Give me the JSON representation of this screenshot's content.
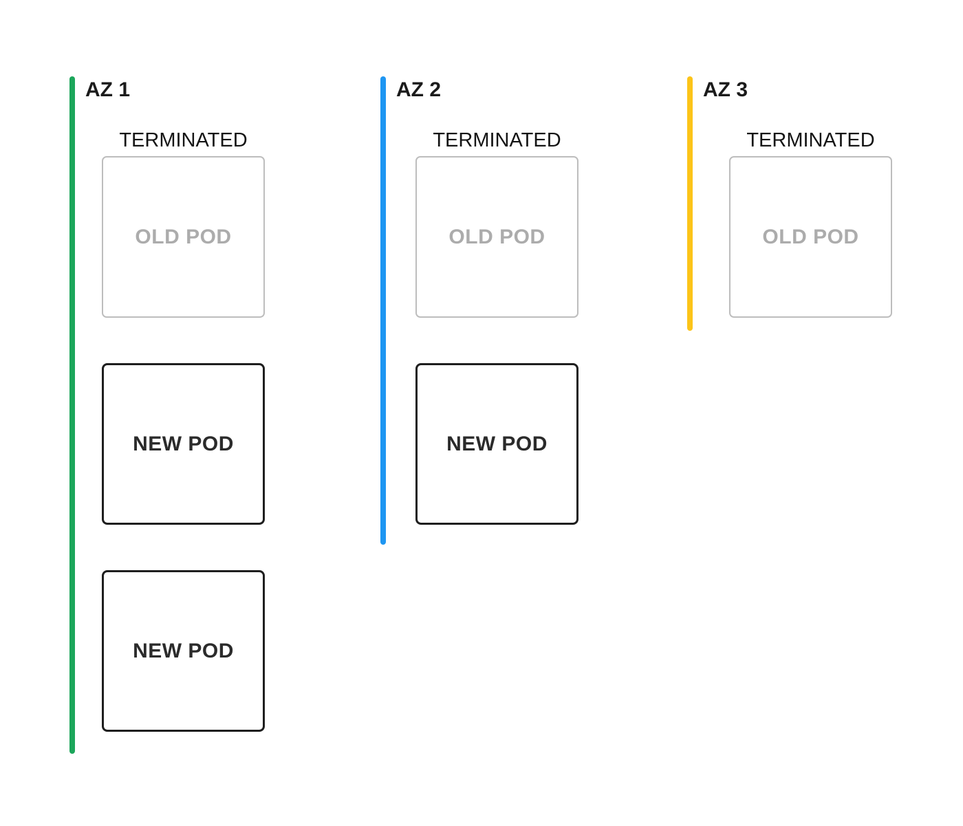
{
  "colors": {
    "background": "#FFFFFF",
    "az1_line": "#1CA65B",
    "az2_line": "#1E96F2",
    "az3_line": "#FCC419",
    "old_pod_border": "#BDBDBD",
    "old_pod_text": "#ACACAC",
    "new_pod_border": "#1E1E1E",
    "new_pod_text": "#2B2B2B"
  },
  "zones": [
    {
      "name": "AZ 1",
      "line_color": "#1CA65B",
      "section_label": "TERMINATED",
      "pods": [
        {
          "type": "old",
          "label": "OLD POD"
        },
        {
          "type": "new",
          "label": "NEW POD"
        },
        {
          "type": "new",
          "label": "NEW POD"
        }
      ]
    },
    {
      "name": "AZ 2",
      "line_color": "#1E96F2",
      "section_label": "TERMINATED",
      "pods": [
        {
          "type": "old",
          "label": "OLD POD"
        },
        {
          "type": "new",
          "label": "NEW POD"
        }
      ]
    },
    {
      "name": "AZ 3",
      "line_color": "#FCC419",
      "section_label": "TERMINATED",
      "pods": [
        {
          "type": "old",
          "label": "OLD POD"
        }
      ]
    }
  ]
}
